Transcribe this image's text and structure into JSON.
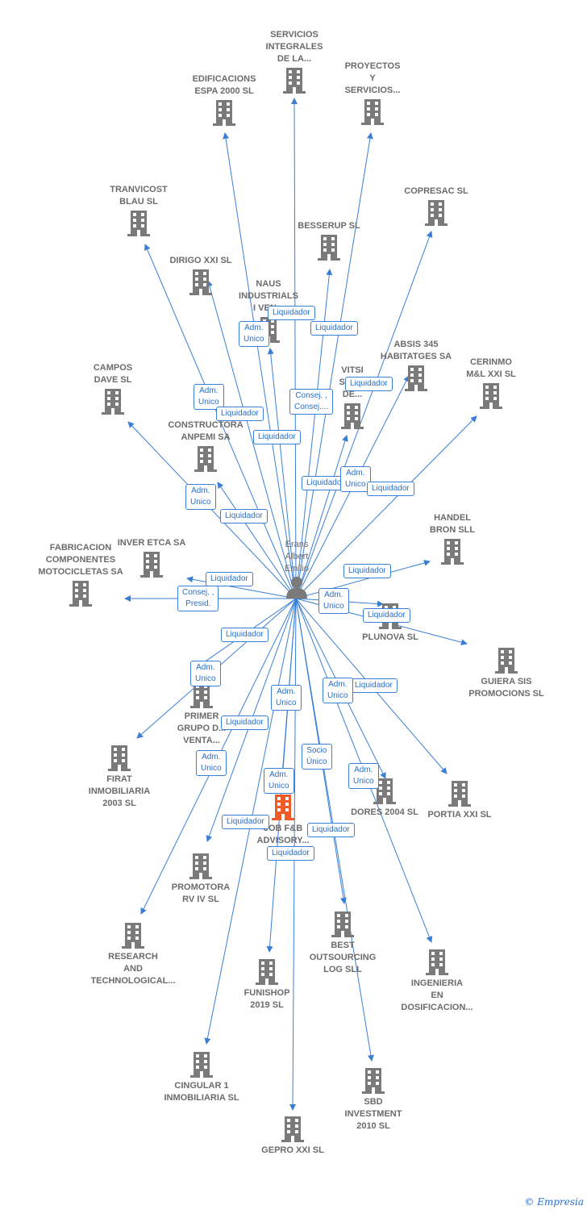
{
  "colors": {
    "edge": "#3a7fd5",
    "building": "#7a7a7a",
    "focus": "#f05a28"
  },
  "center": {
    "name": "Erans\nAlbert\nEmilio",
    "icon": "person-icon"
  },
  "nodes": [
    {
      "id": "n1",
      "label": "SERVICIOS\nINTEGRALES\nDE LA..."
    },
    {
      "id": "n2",
      "label": "EDIFICACIONS\nESPA 2000 SL"
    },
    {
      "id": "n3",
      "label": "PROYECTOS\nY\nSERVICIOS..."
    },
    {
      "id": "n4",
      "label": "TRANVICOST\nBLAU SL"
    },
    {
      "id": "n5",
      "label": "COPRESAC SL"
    },
    {
      "id": "n6",
      "label": "BESSERUP SL"
    },
    {
      "id": "n7",
      "label": "DIRIGO XXI SL"
    },
    {
      "id": "n8",
      "label": "NAUS\nINDUSTRIALS\nI VEN..."
    },
    {
      "id": "n9",
      "label": "ABSIS 345\nHABITATGES SA"
    },
    {
      "id": "n10",
      "label": "CERINMO\nM&L XXI SL"
    },
    {
      "id": "n11",
      "label": "CAMPOS\nDAVE SL"
    },
    {
      "id": "n12",
      "label": "VITSI\nSOC...\nDE..."
    },
    {
      "id": "n13",
      "label": "CONSTRUCTORA\nANPEMI SA"
    },
    {
      "id": "n14",
      "label": "HANDEL\nBRON SLL"
    },
    {
      "id": "n15",
      "label": "INVER ETCA SA"
    },
    {
      "id": "n16",
      "label": "FABRICACION\nCOMPONENTES\nMOTOCICLETAS SA"
    },
    {
      "id": "n17",
      "label": "PLUNOVA SL"
    },
    {
      "id": "n18",
      "label": "GUIERA SIS\nPROMOCIONS SL"
    },
    {
      "id": "n19",
      "label": "PRIMER\nGRUPO D...\nVENTA..."
    },
    {
      "id": "n20",
      "label": "FIRAT\nINMOBILIARIA\n2003 SL"
    },
    {
      "id": "n21",
      "label": "DORES 2004 SL"
    },
    {
      "id": "n22",
      "label": "PORTIA XXI SL"
    },
    {
      "id": "n23",
      "label": "JOB F&B\nADVISORY..."
    },
    {
      "id": "n24",
      "label": "PROMOTORA\nRV IV SL"
    },
    {
      "id": "n25",
      "label": "RESEARCH\nAND\nTECHNOLOGICAL..."
    },
    {
      "id": "n26",
      "label": "BEST\nOUTSOURCING\nLOG SLL"
    },
    {
      "id": "n27",
      "label": "INGENIERIA\nEN\nDOSIFICACION..."
    },
    {
      "id": "n28",
      "label": "FUNISHOP\n2019 SL"
    },
    {
      "id": "n29",
      "label": "CINGULAR 1\nINMOBILIARIA SL"
    },
    {
      "id": "n30",
      "label": "SBD\nINVESTMENT\n2010 SL"
    },
    {
      "id": "n31",
      "label": "GEPRO XXI SL"
    }
  ],
  "tags": [
    "Liquidador",
    "Adm.\nUnico",
    "Liquidador",
    "Adm.\nUnico",
    "Liquidador",
    "Liquidador",
    "Consej. ,\nConsej....",
    "Liquidador",
    "Liquidador",
    "Adm.\nUnico",
    "Liquidador",
    "Adm.\nUnico",
    "Liquidador",
    "Liquidador",
    "Consej. ,\nPresid.",
    "Liquidador",
    "Adm.\nUnico",
    "Liquidador",
    "Liquidador",
    "Adm.\nUnico",
    "Adm.\nUnico",
    "Liquidador",
    "Liquidador",
    "Adm.\nUnico",
    "Socio\nÚnico",
    "Adm.\nUnico",
    "Adm.\nUnico",
    "Liquidador",
    "Liquidador",
    "Liquidador"
  ],
  "footer": {
    "copyright": "©",
    "brand": "Empresia"
  }
}
